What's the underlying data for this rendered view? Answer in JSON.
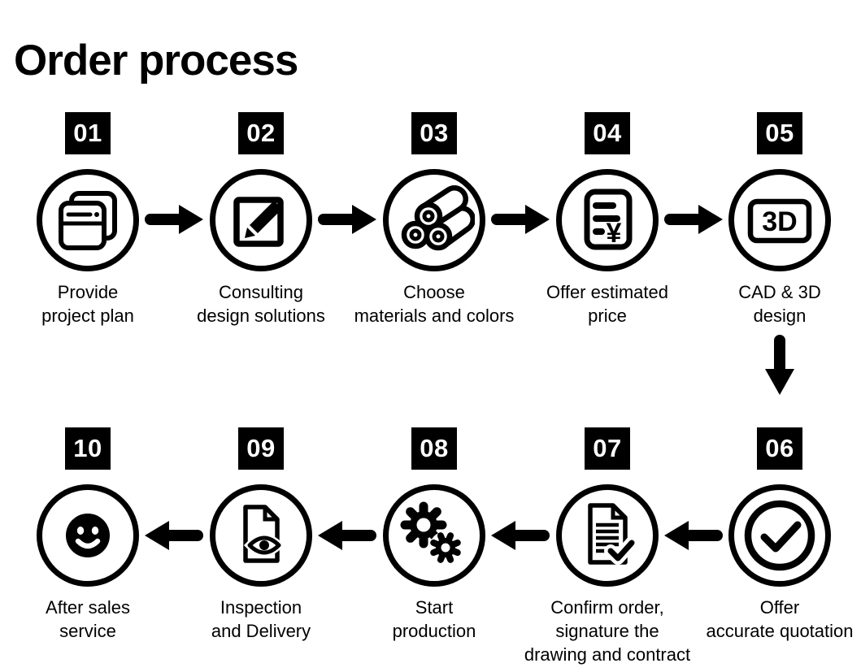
{
  "title": "Order process",
  "colors": {
    "foreground": "#000000",
    "background": "#ffffff"
  },
  "flow": {
    "row1_arrow_direction": "right",
    "row2_arrow_direction": "left",
    "row_connector": "down"
  },
  "steps": [
    {
      "number": "01",
      "icon": "project-plan-window-stack-icon",
      "label_lines": [
        "Provide",
        "project plan"
      ]
    },
    {
      "number": "02",
      "icon": "edit-pencil-square-icon",
      "label_lines": [
        "Consulting",
        "design solutions"
      ]
    },
    {
      "number": "03",
      "icon": "material-pipes-icon",
      "label_lines": [
        "Choose",
        "materials and colors"
      ]
    },
    {
      "number": "04",
      "icon": "price-invoice-yen-icon",
      "icon_text": "¥",
      "label_lines": [
        "Offer estimated",
        "price"
      ]
    },
    {
      "number": "05",
      "icon": "3d-design-icon",
      "icon_text": "3D",
      "label_lines": [
        "CAD & 3D",
        "design"
      ]
    },
    {
      "number": "06",
      "icon": "check-circle-icon",
      "label_lines": [
        "Offer",
        "accurate quotation"
      ]
    },
    {
      "number": "07",
      "icon": "document-check-icon",
      "label_lines": [
        "Confirm order,",
        "signature the",
        "drawing and contract"
      ]
    },
    {
      "number": "08",
      "icon": "gears-icon",
      "label_lines": [
        "Start",
        "production"
      ]
    },
    {
      "number": "09",
      "icon": "document-eye-icon",
      "label_lines": [
        "Inspection",
        "and Delivery"
      ]
    },
    {
      "number": "10",
      "icon": "smiley-face-icon",
      "label_lines": [
        "After sales",
        "service"
      ]
    }
  ]
}
